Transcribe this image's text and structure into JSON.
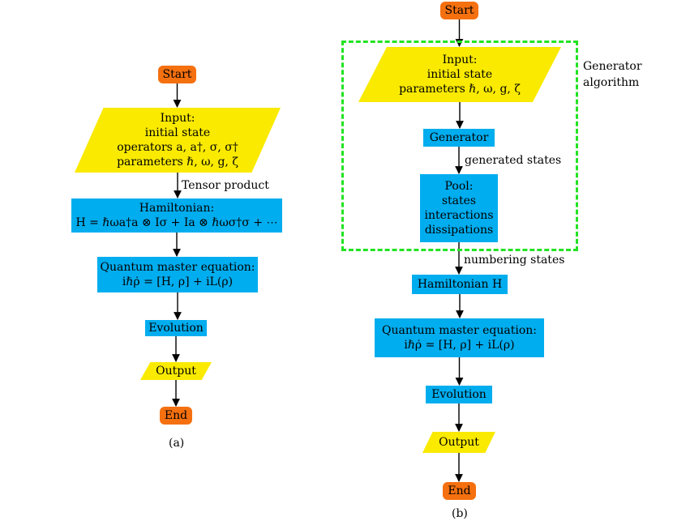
{
  "colors": {
    "terminal": "#f5700f",
    "process": "#00adef",
    "io": "#f9ea00",
    "cluster_border": "#22e322",
    "edge": "#000000"
  },
  "diagrams": [
    {
      "id": "a",
      "caption": "(a)",
      "nodes": [
        {
          "id": "start",
          "shape": "terminal",
          "lines": [
            "Start"
          ]
        },
        {
          "id": "input",
          "shape": "io",
          "lines": [
            "Input:",
            "initial state",
            "operators a,  a†,  σ,  σ†",
            "parameters ℏ,  ω,  g,  ζ"
          ]
        },
        {
          "id": "hamiltonian",
          "shape": "process",
          "lines": [
            "Hamiltonian:",
            "H = ℏωa†a ⊗ Iσ + Ia ⊗ ℏωσ†σ + ⋯"
          ]
        },
        {
          "id": "qme",
          "shape": "process",
          "lines": [
            "Quantum master equation:",
            "iℏρ̇ = [H, ρ] + iL(ρ)"
          ]
        },
        {
          "id": "evolution",
          "shape": "process",
          "lines": [
            "Evolution"
          ]
        },
        {
          "id": "output",
          "shape": "io",
          "lines": [
            "Output"
          ]
        },
        {
          "id": "end",
          "shape": "terminal",
          "lines": [
            "End"
          ]
        }
      ],
      "edges": [
        {
          "from": "start",
          "to": "input",
          "label": ""
        },
        {
          "from": "input",
          "to": "hamiltonian",
          "label": "Tensor product"
        },
        {
          "from": "hamiltonian",
          "to": "qme",
          "label": ""
        },
        {
          "from": "qme",
          "to": "evolution",
          "label": ""
        },
        {
          "from": "evolution",
          "to": "output",
          "label": ""
        },
        {
          "from": "output",
          "to": "end",
          "label": ""
        }
      ]
    },
    {
      "id": "b",
      "caption": "(b)",
      "cluster": {
        "label_lines": [
          "Generator",
          "algorithm"
        ]
      },
      "nodes": [
        {
          "id": "start",
          "shape": "terminal",
          "lines": [
            "Start"
          ]
        },
        {
          "id": "input",
          "shape": "io",
          "lines": [
            "Input:",
            "initial state",
            "parameters ℏ,  ω,  g,  ζ"
          ]
        },
        {
          "id": "generator",
          "shape": "process",
          "lines": [
            "Generator"
          ]
        },
        {
          "id": "pool",
          "shape": "process",
          "lines": [
            "Pool:",
            "states",
            "interactions",
            "dissipations"
          ]
        },
        {
          "id": "hamiltonian",
          "shape": "process",
          "lines": [
            "Hamiltonian H"
          ]
        },
        {
          "id": "qme",
          "shape": "process",
          "lines": [
            "Quantum master equation:",
            "iℏρ̇ = [H, ρ] + iL(ρ)"
          ]
        },
        {
          "id": "evolution",
          "shape": "process",
          "lines": [
            "Evolution"
          ]
        },
        {
          "id": "output",
          "shape": "io",
          "lines": [
            "Output"
          ]
        },
        {
          "id": "end",
          "shape": "terminal",
          "lines": [
            "End"
          ]
        }
      ],
      "edges": [
        {
          "from": "start",
          "to": "input",
          "label": ""
        },
        {
          "from": "input",
          "to": "generator",
          "label": ""
        },
        {
          "from": "generator",
          "to": "pool",
          "label": "generated states"
        },
        {
          "from": "pool",
          "to": "hamiltonian",
          "label": "numbering states"
        },
        {
          "from": "hamiltonian",
          "to": "qme",
          "label": ""
        },
        {
          "from": "qme",
          "to": "evolution",
          "label": ""
        },
        {
          "from": "evolution",
          "to": "output",
          "label": ""
        },
        {
          "from": "output",
          "to": "end",
          "label": ""
        }
      ]
    }
  ]
}
